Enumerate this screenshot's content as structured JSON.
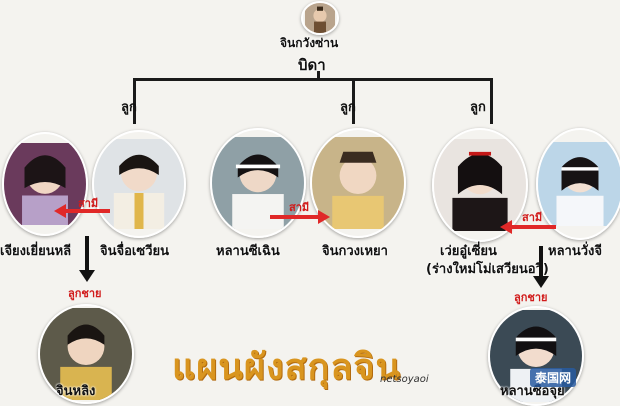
{
  "title": "แผนผังสกุลจิน",
  "credit": "netsoyaoi",
  "watermark": "泰国网",
  "father": {
    "name": "จินกวังซ่าน",
    "role": "บิดา"
  },
  "branch_label": "ลูก",
  "spouse_label": "สามี",
  "son_label": "ลูกชาย",
  "people": {
    "jiang_yanli": "เจียงเยี่ยนหลี",
    "jin_zixuan": "จินจื่อเซวียน",
    "lan_xichen": "หลานซีเฉิน",
    "jin_guangyao": "จินกวงเหยา",
    "wei_wuxian": "เว่ยอู๋เซี่ยน",
    "wei_wuxian_note": "(ร่างใหม่โม่เสวียนอวี่)",
    "lan_wangji": "หลานวั่งจี",
    "jin_ling": "จินหลิง",
    "lan_sizhui": "หลานซือจุย"
  }
}
